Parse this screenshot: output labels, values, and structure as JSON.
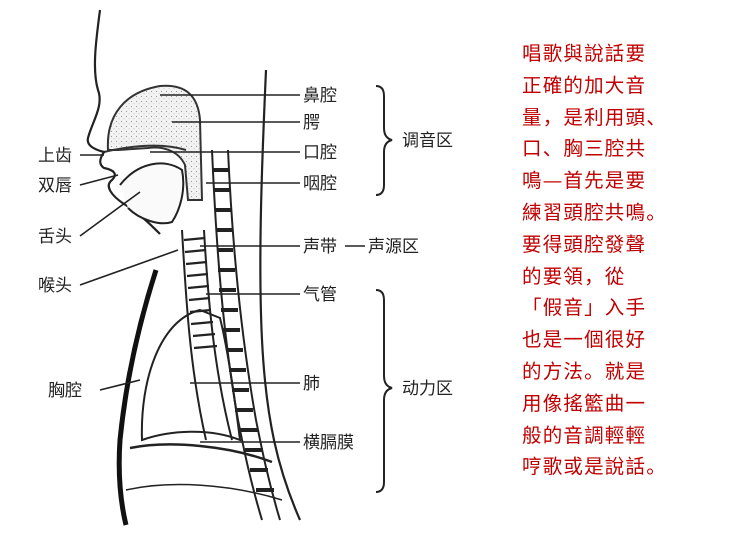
{
  "diagram": {
    "labels": {
      "nasal_cavity": "鼻腔",
      "palate": "腭",
      "oral_cavity": "口腔",
      "pharynx": "咽腔",
      "vocal_cords": "声带",
      "trachea": "气管",
      "lungs": "肺",
      "diaphragm": "横膈膜",
      "upper_teeth": "上齿",
      "lips": "双唇",
      "tongue": "舌头",
      "larynx": "喉头",
      "chest_cavity": "胸腔",
      "resonance_zone": "调音区",
      "source_zone": "声源区",
      "power_zone": "动力区"
    }
  },
  "side_text": "唱歌與說話要\n正確的加大音\n量，是利用頭、\n口、胸三腔共\n鳴—首先是要\n練習頭腔共鳴。\n要得頭腔發聲\n的要領，從\n「假音」入手\n也是一個很好\n的方法。就是\n用像搖籃曲一\n般的音調輕輕\n哼歌或是說話。"
}
